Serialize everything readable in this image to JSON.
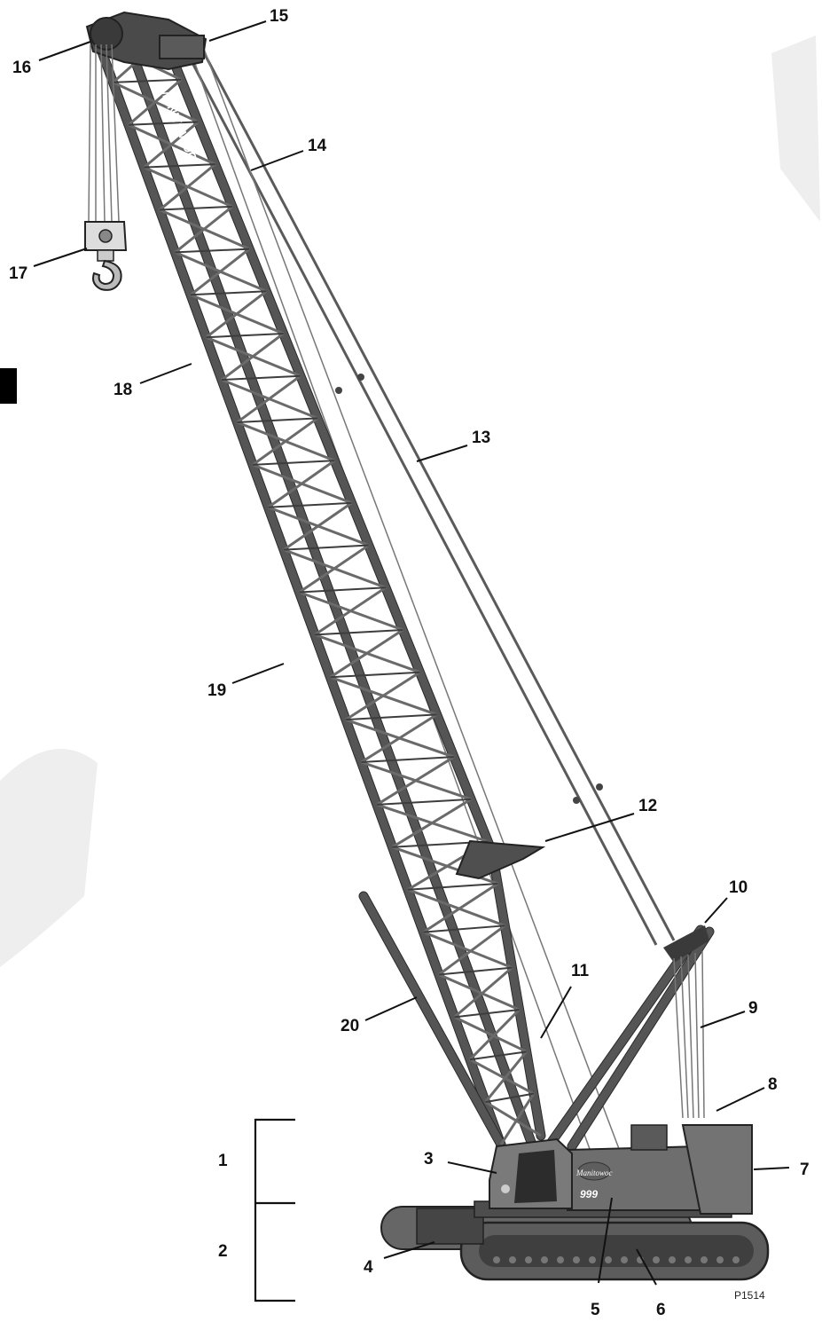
{
  "callouts": [
    {
      "id": "1",
      "label": "1"
    },
    {
      "id": "2",
      "label": "2"
    },
    {
      "id": "3",
      "label": "3"
    },
    {
      "id": "4",
      "label": "4"
    },
    {
      "id": "5",
      "label": "5"
    },
    {
      "id": "6",
      "label": "6"
    },
    {
      "id": "7",
      "label": "7"
    },
    {
      "id": "8",
      "label": "8"
    },
    {
      "id": "9",
      "label": "9"
    },
    {
      "id": "10",
      "label": "10"
    },
    {
      "id": "11",
      "label": "11"
    },
    {
      "id": "12",
      "label": "12"
    },
    {
      "id": "13",
      "label": "13"
    },
    {
      "id": "14",
      "label": "14"
    },
    {
      "id": "15",
      "label": "15"
    },
    {
      "id": "16",
      "label": "16"
    },
    {
      "id": "17",
      "label": "17"
    },
    {
      "id": "18",
      "label": "18"
    },
    {
      "id": "19",
      "label": "19"
    },
    {
      "id": "20",
      "label": "20"
    }
  ],
  "boom_lettering": "MANITOWOC",
  "body_brand": "Manitowoc",
  "model_number": "999",
  "figure_id": "P1514",
  "colors": {
    "steel": "#555555",
    "steel_dark": "#2a2a2a",
    "body": "#6e6e6e",
    "line": "#111111",
    "watermark": "#eeeeee"
  }
}
